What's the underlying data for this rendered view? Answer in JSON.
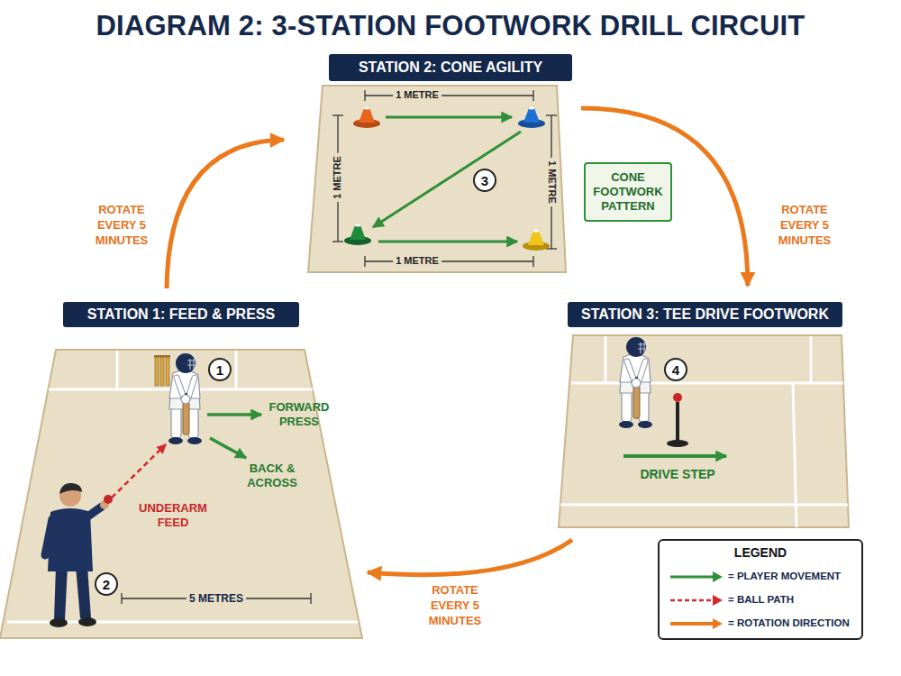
{
  "diagram": {
    "title": "DIAGRAM 2: 3-STATION FOOTWORK DRILL CIRCUIT",
    "nodes": [
      {
        "text": [
          "STATION 2: CONE AGILITY"
        ]
      },
      {
        "text": [
          "3"
        ],
        "in": 0
      },
      {
        "text": [
          "CONE FOOTWORK PATTERN"
        ]
      },
      {
        "text": [
          "STATION 1: FEED & PRESS"
        ]
      },
      {
        "text": [
          "1"
        ],
        "in": 3
      },
      {
        "text": [
          "2"
        ],
        "in": 3
      },
      {
        "text": [
          "STATION 3: TEE DRIVE FOOTWORK"
        ]
      },
      {
        "text": [
          "4"
        ],
        "in": 6
      },
      {
        "text": [
          "LEGEND"
        ]
      }
    ],
    "edges": [
      {
        "from": 3,
        "to": 0,
        "arrow": "to",
        "label": "ROTATE EVERY 5 MINUTES"
      },
      {
        "from": 0,
        "to": 6,
        "arrow": "to",
        "label": "ROTATE EVERY 5 MINUTES"
      },
      {
        "from": 6,
        "to": 3,
        "arrow": "to",
        "label": "ROTATE EVERY 5 MINUTES"
      }
    ],
    "labels": [
      "1 METRE",
      "1 METRE",
      "1 METRE",
      "1 METRE",
      "FORWARD PRESS",
      "BACK & ACROSS",
      "UNDERARM FEED",
      "5 METRES",
      "DRIVE STEP"
    ],
    "legend": [
      {
        "text": "= PLAYER MOVEMENT"
      },
      {
        "text": "= BALL PATH"
      },
      {
        "text": "= ROTATION DIRECTION"
      }
    ]
  }
}
